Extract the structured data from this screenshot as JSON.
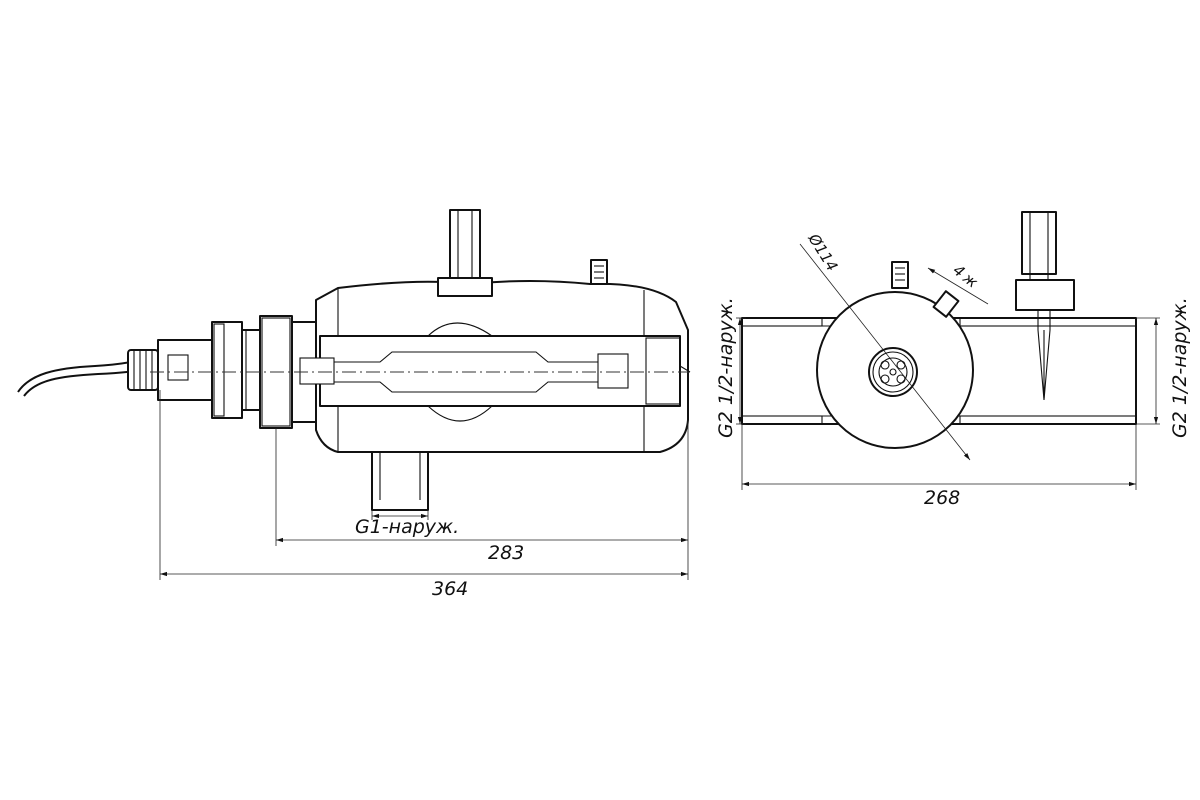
{
  "side_view": {
    "dim_overall": "364",
    "dim_body": "283",
    "thread_label": "G1-наруж."
  },
  "end_view": {
    "dim_length": "268",
    "dim_diameter": "Ø114",
    "dim_small": "4",
    "thread_left": "G2 1/2-наруж.",
    "thread_right": "G2 1/2-наруж."
  }
}
